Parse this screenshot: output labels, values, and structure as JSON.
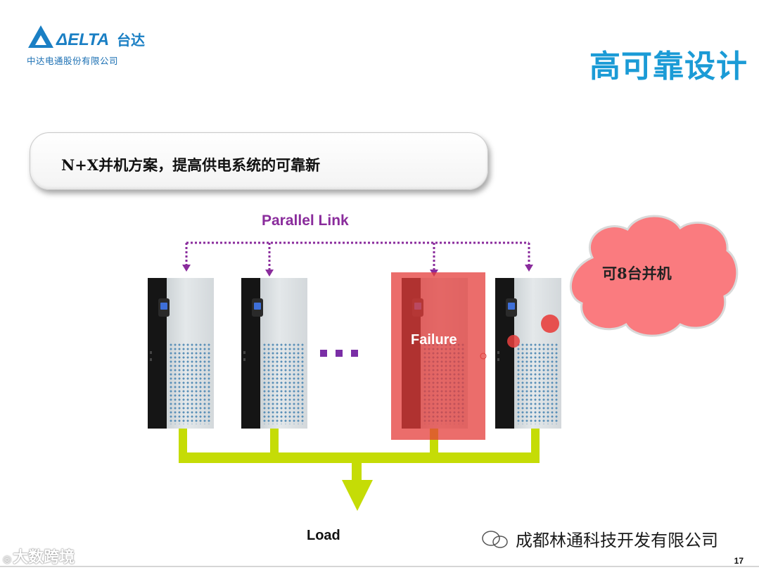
{
  "header": {
    "logo_brand": "DELTA 台达",
    "logo_company": "中达电通股份有限公司",
    "page_title": "高可靠设计"
  },
  "banner": {
    "text": "N+X并机方案，提高供电系统的可靠新"
  },
  "diagram": {
    "parallel_link_label": "Parallel Link",
    "cloud_text": "可8台并机",
    "failure_label": "Failure",
    "ellipsis": "...",
    "load_label": "Load"
  },
  "footer": {
    "company": "成都林通科技开发有限公司",
    "watermark": "大数跨境",
    "page_number": "17"
  },
  "colors": {
    "title_blue": "#1b9bd6",
    "link_purple": "#8a2c9c",
    "bus_green": "#c5dc06",
    "failure_red": "#e43c3a",
    "cloud_pink": "#fa7b7f"
  }
}
